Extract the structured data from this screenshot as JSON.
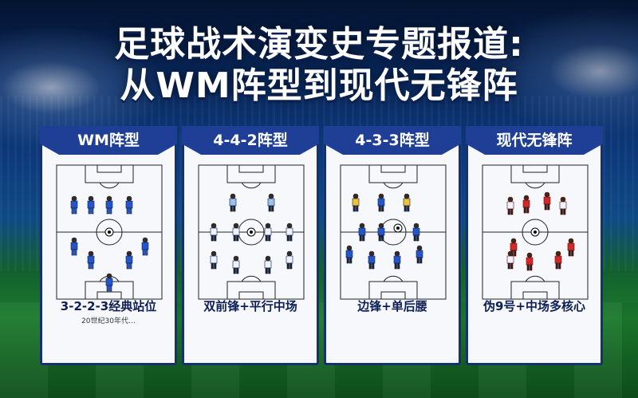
{
  "title": {
    "line1": "足球战术演变史专题报道:",
    "line2": "从WM阵型到现代无锋阵"
  },
  "colors": {
    "panel_header": "#1e3f95",
    "home_team": "#2456c9",
    "white_team": "#eef3ff",
    "yellow_team": "#f1c232",
    "red_team": "#d12929"
  },
  "cards": [
    {
      "title": "WM阵型",
      "subtitle": "3-2-2-3经典站位",
      "description": "20世纪30年代…"
    },
    {
      "title": "4-4-2阵型",
      "subtitle": "双前锋+平行中场",
      "description": ""
    },
    {
      "title": "4-3-3阵型",
      "subtitle": "边锋+单后腰",
      "description": ""
    },
    {
      "title": "现代无锋阵",
      "subtitle": "伪9号+中场多核心",
      "description": ""
    }
  ]
}
